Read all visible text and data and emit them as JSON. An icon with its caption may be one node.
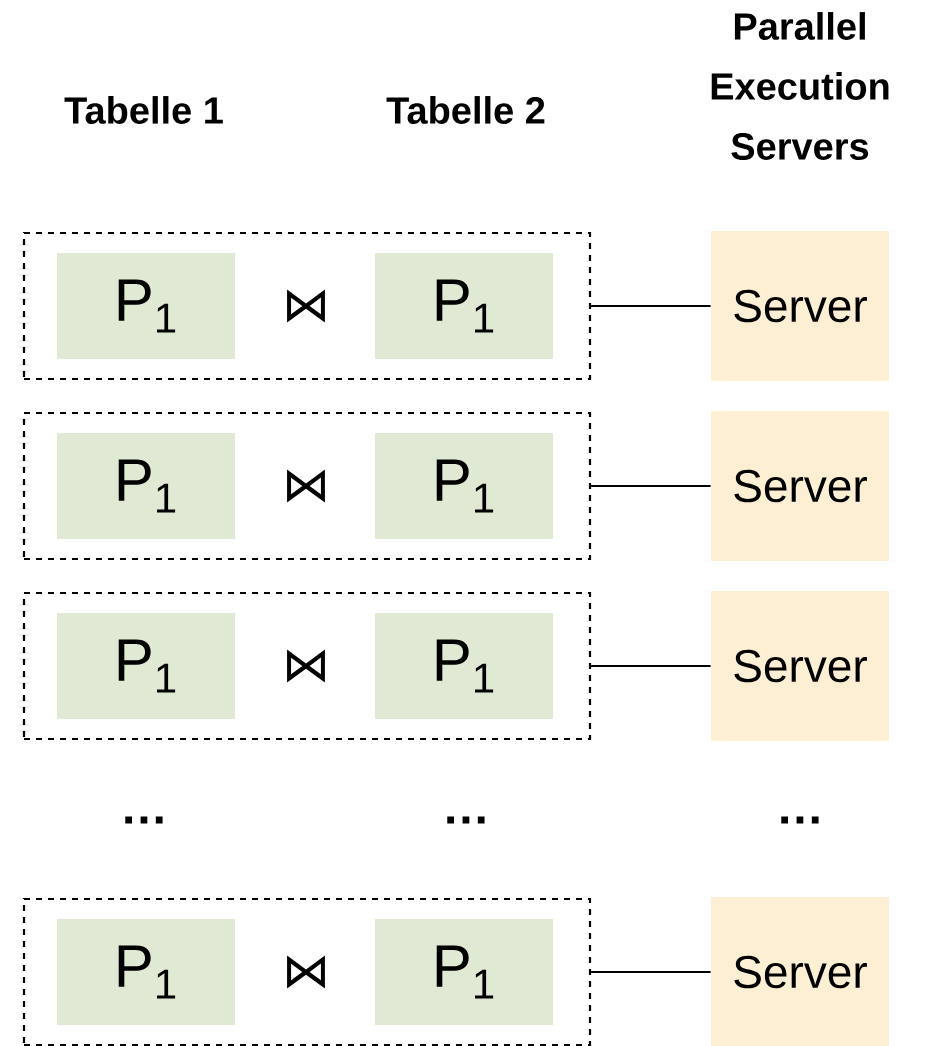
{
  "diagram": {
    "nodes": [
      {
        "text": [],
        "shape": "box"
      },
      {
        "text": [
          "P$_{1}$"
        ],
        "in": 0
      },
      {
        "text": [
          "P$_{1}$"
        ],
        "in": 0
      },
      {
        "text": [
          "Server"
        ]
      },
      {
        "text": [],
        "shape": "box"
      },
      {
        "text": [
          "P$_{1}$"
        ],
        "in": 4
      },
      {
        "text": [
          "P$_{1}$"
        ],
        "in": 4
      },
      {
        "text": [
          "Server"
        ]
      },
      {
        "text": [],
        "shape": "box"
      },
      {
        "text": [
          "P$_{1}$"
        ],
        "in": 8
      },
      {
        "text": [
          "P$_{1}$"
        ],
        "in": 8
      },
      {
        "text": [
          "Server"
        ]
      },
      {
        "text": [],
        "shape": "box"
      },
      {
        "text": [
          "P$_{1}$"
        ],
        "in": 12
      },
      {
        "text": [
          "P$_{1}$"
        ],
        "in": 12
      },
      {
        "text": [
          "Server"
        ]
      }
    ],
    "edges": [
      {
        "from": 0,
        "to": 3,
        "arrow": "none"
      },
      {
        "from": 4,
        "to": 7,
        "arrow": "none"
      },
      {
        "from": 8,
        "to": 11,
        "arrow": "none"
      },
      {
        "from": 12,
        "to": 15,
        "arrow": "none"
      }
    ],
    "labels": [
      "Tabelle 1",
      "Tabelle 2",
      "Parallel Execution Servers",
      "⋈",
      "⋈",
      "⋈",
      "…",
      "…",
      "…",
      "⋈"
    ]
  }
}
